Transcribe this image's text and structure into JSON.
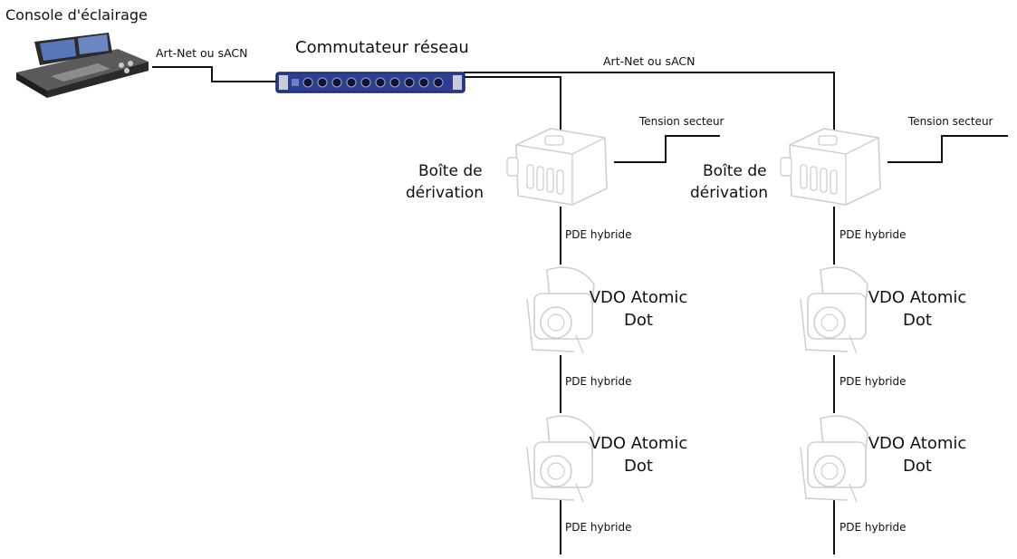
{
  "console": {
    "label": "Console d'éclairage"
  },
  "switch": {
    "label": "Commutateur réseau"
  },
  "links": {
    "console_to_switch": "Art-Net ou sACN",
    "switch_to_branches": "Art-Net ou sACN"
  },
  "branches": [
    {
      "breakout_label": [
        "Boîte de",
        "dérivation"
      ],
      "mains_label": "Tension secteur",
      "cable_labels": [
        "PDE hybride",
        "PDE hybride",
        "PDE hybride"
      ],
      "fixtures": [
        {
          "label": [
            "VDO Atomic",
            "Dot"
          ]
        },
        {
          "label": [
            "VDO Atomic",
            "Dot"
          ]
        }
      ]
    },
    {
      "breakout_label": [
        "Boîte de",
        "dérivation"
      ],
      "mains_label": "Tension secteur",
      "cable_labels": [
        "PDE hybride",
        "PDE hybride",
        "PDE hybride"
      ],
      "fixtures": [
        {
          "label": [
            "VDO Atomic",
            "Dot"
          ]
        },
        {
          "label": [
            "VDO Atomic",
            "Dot"
          ]
        }
      ]
    }
  ],
  "colors": {
    "wire": "#111111",
    "switch_body": "#2d3e92",
    "console_body": "#3a3a3a",
    "device_outline": "#cfcfcf"
  }
}
